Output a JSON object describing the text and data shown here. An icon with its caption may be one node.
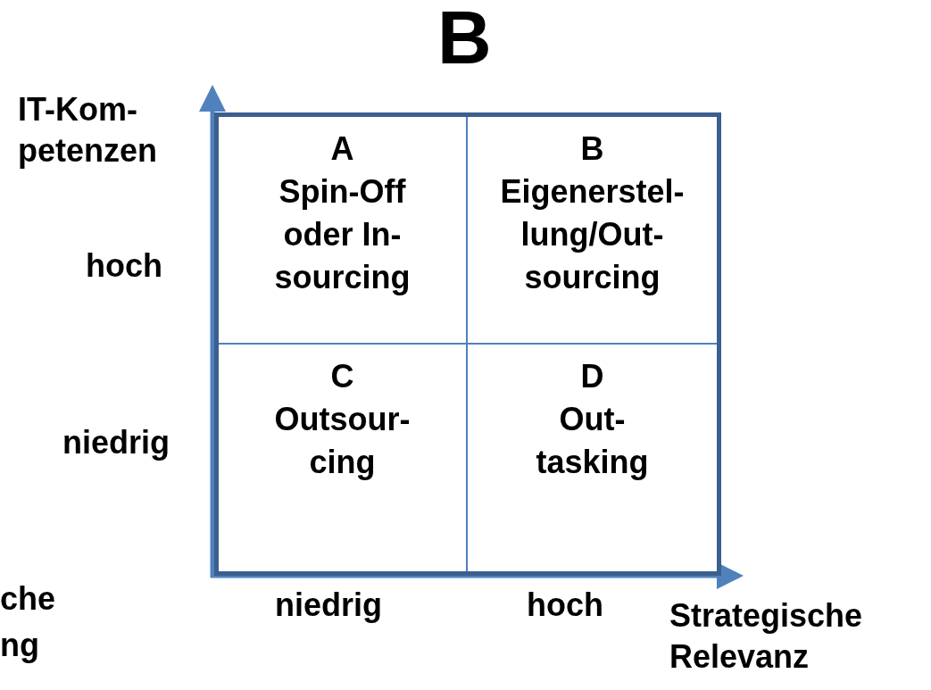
{
  "diagram": {
    "title": "B",
    "nodes": [
      {
        "text": [
          "A",
          "Spin-Off oder In- sourcing"
        ]
      },
      {
        "text": [
          "B",
          "Eigenerstel- lung/Out- sourcing"
        ]
      },
      {
        "text": [
          "C",
          "Outsour- cing"
        ]
      },
      {
        "text": [
          "D",
          "Out- tasking"
        ]
      }
    ],
    "edges": [],
    "labels": [
      "IT-Kom- petenzen",
      "hoch",
      "niedrig",
      "che",
      "ng",
      "niedrig",
      "hoch",
      "Strategische Relevanz"
    ]
  }
}
